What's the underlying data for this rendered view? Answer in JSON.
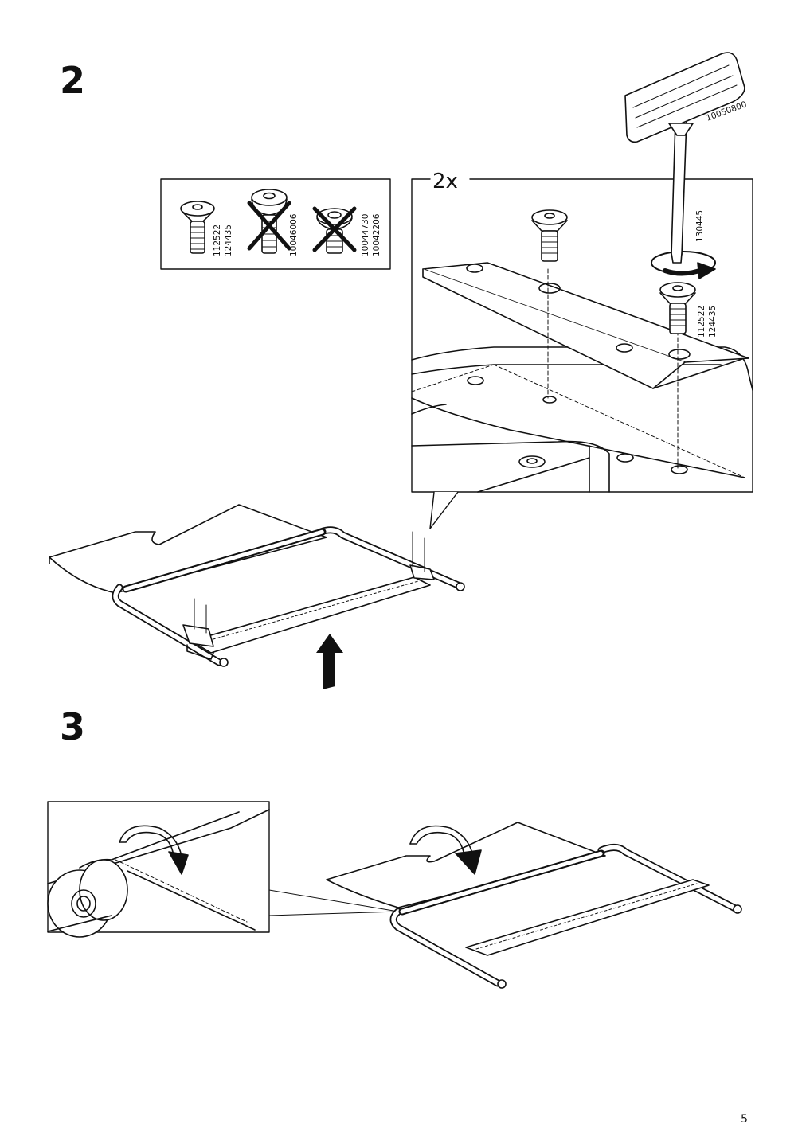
{
  "steps": {
    "step2_number": "2",
    "step3_number": "3"
  },
  "page_number": "5",
  "screw_legend": {
    "correct_codes": [
      "112522",
      "124435"
    ],
    "wrong1_code": "10046006",
    "wrong2_codes": [
      "10044730",
      "10042206"
    ]
  },
  "detail": {
    "multiplier": "2x",
    "key_code": "10050800",
    "bit_code": "130445",
    "screw_codes": [
      "112522",
      "124435"
    ]
  },
  "icons": [
    "allen-key-icon",
    "screw-icon",
    "cross-icon",
    "arrow-up-icon",
    "rotate-arrow-icon"
  ]
}
